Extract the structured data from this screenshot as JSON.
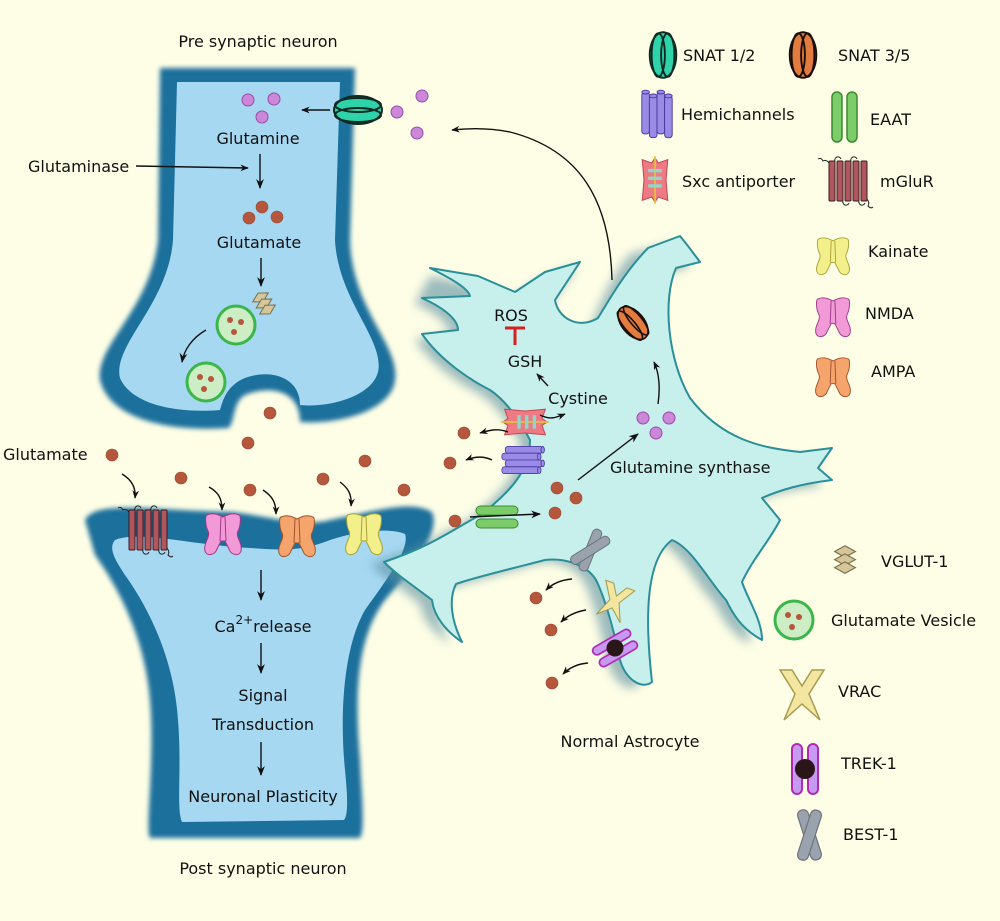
{
  "labels": {
    "pre_synaptic": "Pre synaptic neuron",
    "post_synaptic": "Post synaptic neuron",
    "normal_astrocyte": "Normal Astrocyte",
    "glutaminase": "Glutaminase",
    "glutamine": "Glutamine",
    "glutamate_pre": "Glutamate",
    "glutamate_cleft": "Glutamate",
    "ca_base": "Ca",
    "ca_sup": "2+",
    "ca_release": "release",
    "signal": "Signal",
    "transduction": "Transduction",
    "plasticity": "Neuronal Plasticity",
    "ros": "ROS",
    "gsh": "GSH",
    "cystine": "Cystine",
    "glutamine_synthase": "Glutamine synthase"
  },
  "legend": [
    {
      "icon": "snat-1-2-icon",
      "label": "SNAT 1/2"
    },
    {
      "icon": "snat-3-5-icon",
      "label": "SNAT 3/5"
    },
    {
      "icon": "hemichannels-icon",
      "label": "Hemichannels"
    },
    {
      "icon": "eaat-icon",
      "label": "EAAT"
    },
    {
      "icon": "sxc-antiporter-icon",
      "label": "Sxc antiporter"
    },
    {
      "icon": "mglur-icon",
      "label": "mGluR"
    },
    {
      "icon": "kainate-icon",
      "label": "Kainate"
    },
    {
      "icon": "nmda-icon",
      "label": "NMDA"
    },
    {
      "icon": "ampa-icon",
      "label": "AMPA"
    },
    {
      "icon": "vglut-1-icon",
      "label": "VGLUT-1"
    },
    {
      "icon": "glutamate-vesicle-icon",
      "label": "Glutamate Vesicle"
    },
    {
      "icon": "vrac-icon",
      "label": "VRAC"
    },
    {
      "icon": "trek-1-icon",
      "label": "TREK-1"
    },
    {
      "icon": "best-1-icon",
      "label": "BEST-1"
    }
  ],
  "colors": {
    "background": "#fefee6",
    "neuron_membrane": "#1f6f9c",
    "neuron_cytoplasm": "#a6d8f2",
    "astrocyte_fill": "#c7efec",
    "astrocyte_outline": "#2a8f98",
    "glutamate": "#b5573c",
    "glutamine": "#cc88d8",
    "snat12": "#2fd3aa",
    "snat35": "#e27b3e",
    "hemichannel": "#9a8be6",
    "eaat": "#7ccd6a",
    "sxc": "#ee7a84",
    "mglur": "#b0565e",
    "kainate": "#f3f08c",
    "nmda": "#f29ad8",
    "ampa": "#f5a46c",
    "vglut": "#d6c79a",
    "vesicle": "#cdeec5",
    "vrac": "#f2e6a0",
    "trek": "#c59af0",
    "best": "#9aa3ad",
    "inhibition": "#d42020"
  }
}
